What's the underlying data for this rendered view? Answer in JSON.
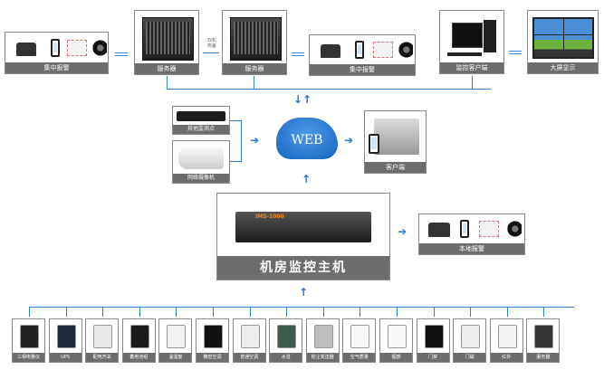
{
  "top_row": {
    "alarm_left": {
      "label": "集中报警",
      "icons": [
        "desk-phone-icon",
        "mobile-phone-icon",
        "envelope-icon",
        "speaker-icon"
      ]
    },
    "server_a": {
      "label": "服务器"
    },
    "hot_standby": {
      "line1": "双机",
      "line2": "热备"
    },
    "server_b": {
      "label": "服务器"
    },
    "alarm_right": {
      "label": "集中报警",
      "icons": [
        "desk-phone-icon",
        "mobile-phone-icon",
        "envelope-icon",
        "speaker-icon"
      ]
    },
    "monitor_client": {
      "label": "监控客户端"
    },
    "big_screen": {
      "label": "大屏显示"
    }
  },
  "middle": {
    "other_points": {
      "label": "其他监测点"
    },
    "network_camera": {
      "label": "网络摄像机"
    },
    "cloud": {
      "label": "WEB"
    },
    "client": {
      "label": "客户端"
    }
  },
  "host": {
    "label": "机房监控主机",
    "model": "IMS-1000"
  },
  "local_alarm": {
    "label": "本地报警",
    "icons": [
      "desk-phone-icon",
      "mobile-phone-icon",
      "envelope-icon",
      "speaker-icon"
    ]
  },
  "devices": [
    {
      "label": "三相电量仪"
    },
    {
      "label": "UPS"
    },
    {
      "label": "配电开关"
    },
    {
      "label": "蓄电池组"
    },
    {
      "label": "温湿度"
    },
    {
      "label": "精密空调"
    },
    {
      "label": "普通空调"
    },
    {
      "label": "水浸"
    },
    {
      "label": "粉尘变送器"
    },
    {
      "label": "空气质量"
    },
    {
      "label": "烟感"
    },
    {
      "label": "门禁"
    },
    {
      "label": "门磁"
    },
    {
      "label": "红外"
    },
    {
      "label": "服务器"
    }
  ],
  "colors": {
    "line": "#2f80d8",
    "caption_bg": "#6d6d6d",
    "cloud": "#1e76d0"
  }
}
